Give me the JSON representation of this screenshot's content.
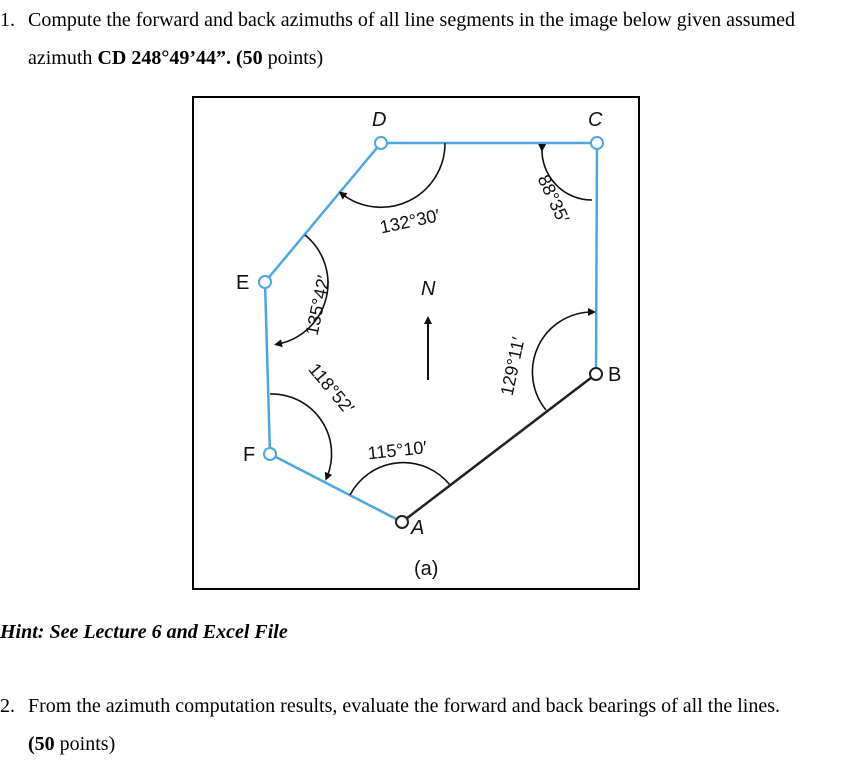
{
  "question1": {
    "number": "1.",
    "line1": "Compute the forward and back azimuths of all line segments in the image below given assumed",
    "line2_prefix": "azimuth ",
    "line2_bold1": "CD 248°49’44”.",
    "line2_bold2": "(50",
    "line2_suffix": " points)"
  },
  "figure": {
    "points": {
      "A": "A",
      "B": "B",
      "C": "C",
      "D": "D",
      "E": "E",
      "F": "F"
    },
    "angles": {
      "D": "132°30′",
      "C": "88°35′",
      "E": "135°42′",
      "B": "129°11′",
      "F": "118°52′",
      "A": "115°10′"
    },
    "north": "N",
    "caption": "(a)",
    "colors": {
      "blue_line": "#4da6e0",
      "black_line": "#222222"
    }
  },
  "hint": "Hint: See Lecture 6 and Excel File",
  "question2": {
    "number": "2.",
    "line1": "From the azimuth computation results, evaluate the forward and back bearings of all the lines.",
    "line2_bold": "(50",
    "line2_suffix": " points)"
  }
}
